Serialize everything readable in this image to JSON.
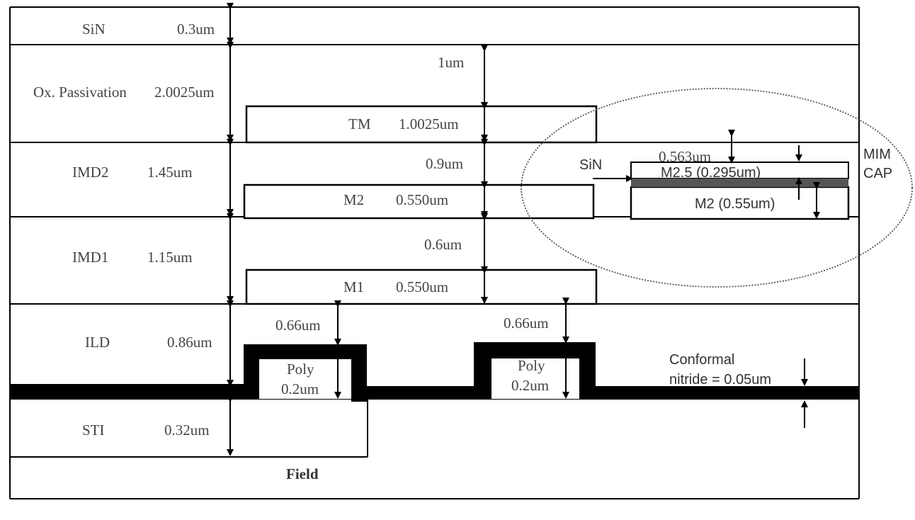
{
  "layers": {
    "sin": {
      "name": "SiN",
      "thickness": "0.3um"
    },
    "ox": {
      "name": "Ox. Passivation",
      "thickness": "2.0025um"
    },
    "imd2": {
      "name": "IMD2",
      "thickness": "1.45um"
    },
    "imd1": {
      "name": "IMD1",
      "thickness": "1.15um"
    },
    "ild": {
      "name": "ILD",
      "thickness": "0.86um"
    },
    "sti": {
      "name": "STI",
      "thickness": "0.32um"
    },
    "field": "Field"
  },
  "metals": {
    "tm": {
      "name": "TM",
      "thickness": "1.0025um"
    },
    "m2": {
      "name": "M2",
      "thickness": "0.550um"
    },
    "m1": {
      "name": "M1",
      "thickness": "0.550um"
    }
  },
  "spacings": {
    "above_tm": "1um",
    "above_m2": "0.9um",
    "above_m1": "0.6um",
    "poly1_gap": "0.66um",
    "poly2_gap": "0.66um"
  },
  "poly": {
    "label": "Poly",
    "thickness": "0.2um"
  },
  "mim": {
    "title_line1": "MIM",
    "title_line2": "CAP",
    "sin_label": "SiN",
    "top_gap": "0.563um",
    "m25": "M2.5 (0.295um)",
    "m2": "M2 (0.55um)"
  },
  "nitride": {
    "line1": "Conformal",
    "line2": "nitride = 0.05um"
  }
}
